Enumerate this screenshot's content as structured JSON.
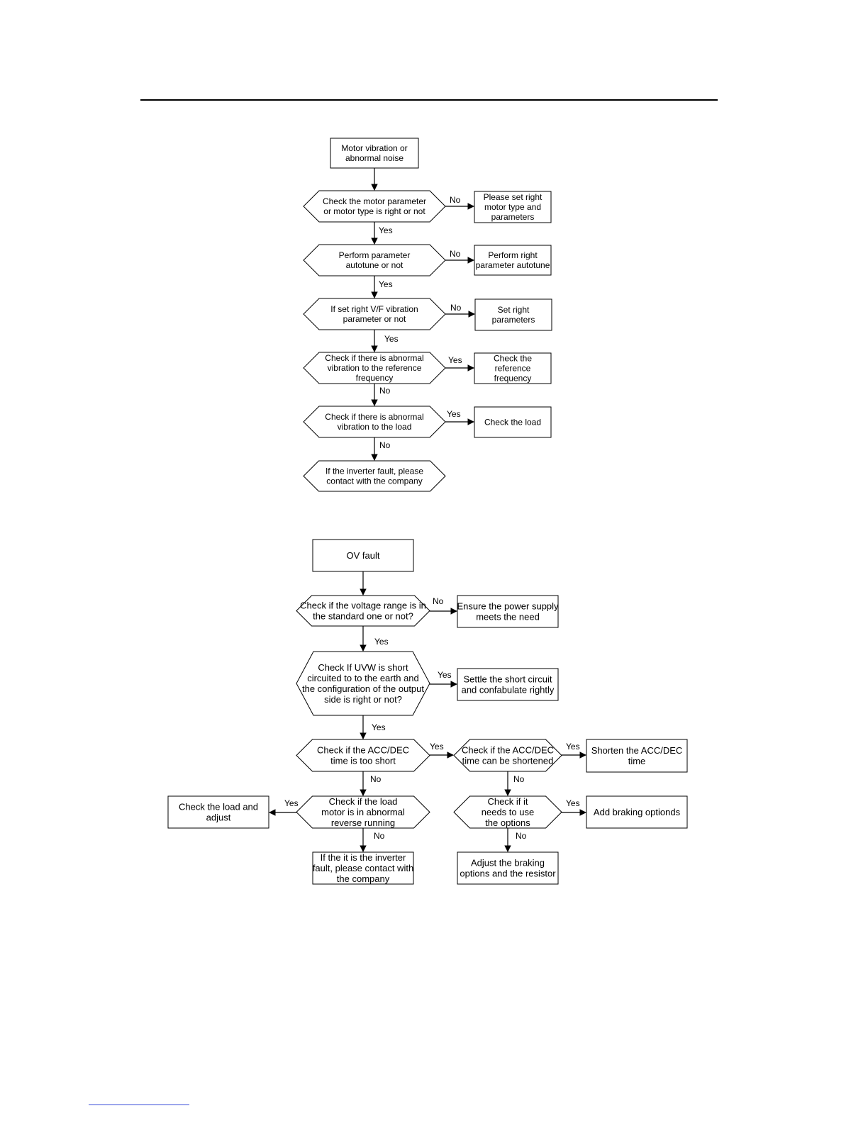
{
  "flowchart_vibration": {
    "nodes": {
      "v_start": "Motor vibration or\nabnormal noise",
      "v_check_param": "Check the motor parameter\nor motor type is right or not",
      "v_set_type": "Please set right\nmotor type and\nparameters",
      "v_autotune": "Perform parameter\nautotune or not",
      "v_do_autotune": "Perform right\nparameter autotune",
      "v_vf": "If set right V/F vibration\nparameter or not",
      "v_set_param": "Set right\nparameters",
      "v_ref_freq": "Check if there is abnormal\nvibration to the reference\nfrequency",
      "v_check_ref": "Check the\nreference\nfrequency",
      "v_load": "Check if there is abnormal\nvibration to the load",
      "v_check_load": "Check the load",
      "v_fault": "If the inverter fault, please\ncontact with the company"
    },
    "edges": {
      "e1": "No",
      "e2": "Yes",
      "e3": "No",
      "e4": "Yes",
      "e5": "No",
      "e6": "Yes",
      "e7": "Yes",
      "e8": "No",
      "e9": "Yes",
      "e10": "No"
    }
  },
  "flowchart_ov": {
    "nodes": {
      "o_start": "OV fault",
      "o_voltage": "Check if the voltage range is in\nthe standard one or not?",
      "o_supply": "Ensure the power supply\nmeets the need",
      "o_uvw": "Check If UVW is short\ncircuited to to the earth and\nthe configuration of the output\nside is right or not?",
      "o_settle": "Settle the short circuit\nand confabulate rightly",
      "o_acc": "Check if the ACC/DEC\ntime is too short",
      "o_acc_short": "Check if the ACC/DEC\ntime can be shortened",
      "o_shorten": "Shorten the ACC/DEC\ntime",
      "o_reverse": "Check if the load\nmotor is in abnormal\nreverse running",
      "o_adjust_load": "Check the load and\nadjust",
      "o_options": "Check if it\nneeds to use\nthe options",
      "o_add_brake": "Add braking optionds",
      "o_contact": "If the it is the inverter\nfault, please contact with\nthe company",
      "o_adjust_brake": "Adjust the braking\noptions and the resistor"
    },
    "edges": {
      "f1": "No",
      "f2": "Yes",
      "f3": "Yes",
      "f4": "Yes",
      "f5": "Yes",
      "f6": "No",
      "f7": "No",
      "f8": "Yes",
      "f9": "Yes",
      "f10": "No",
      "f11": "No"
    }
  }
}
